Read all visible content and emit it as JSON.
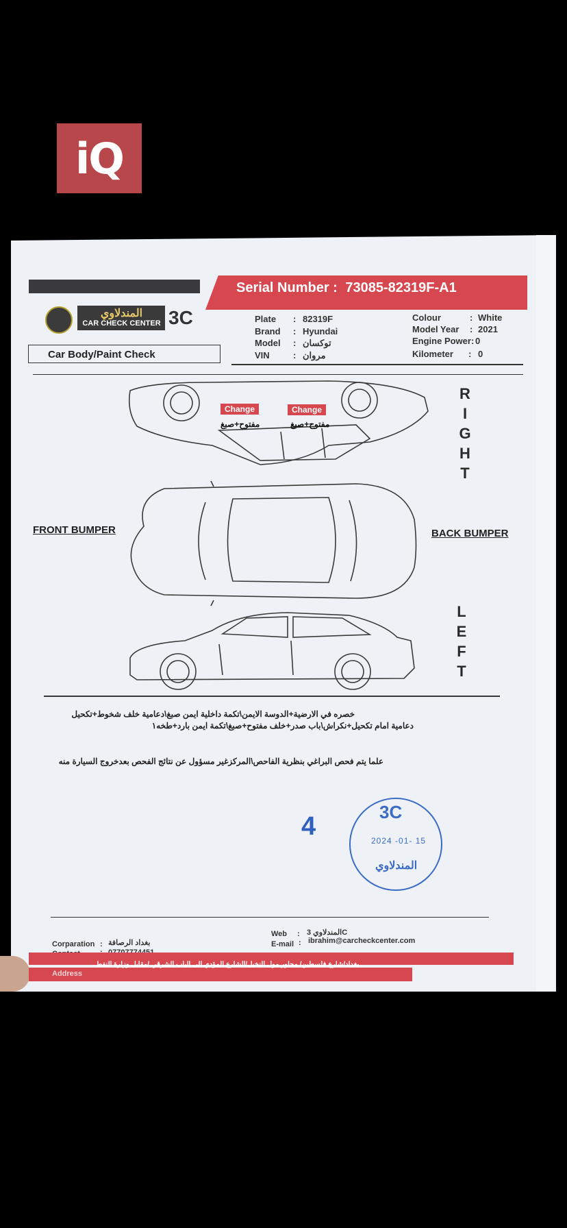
{
  "overlay_logo": "iQ",
  "header": {
    "serial_label": "Serial Number :",
    "serial_value": "73085-82319F-A1",
    "brand_ar": "المندلاوي",
    "brand_en": "CAR CHECK CENTER",
    "brand_short": "3C",
    "section_title": "Car Body/Paint Check"
  },
  "vehicle": {
    "plate_label": "Plate",
    "plate_value": "82319F",
    "brand_label": "Brand",
    "brand_value": "Hyundai",
    "model_label": "Model",
    "model_value": "توكسان",
    "vin_label": "VIN",
    "vin_value": "مروان",
    "colour_label": "Colour",
    "colour_value": "White",
    "year_label": "Model Year",
    "year_value": "2021",
    "engine_label": "Engine Power:",
    "engine_value": "0",
    "km_label": "Kilometer",
    "km_value": "0"
  },
  "diagram": {
    "right_label": "RIGHT",
    "left_label": "LEFT",
    "front_label": "FRONT BUMPER",
    "back_label": "BACK BUMPER",
    "marks": [
      {
        "tag": "Change",
        "note": "مفتوح+صبغ"
      },
      {
        "tag": "Change",
        "note": "مفتوح+صبغ"
      }
    ]
  },
  "remarks": {
    "line1": "خصره في الارضية+الدوسة الايمن\\تكمة داخلية ايمن صبغ\\دعامية خلف شخوط+تكحيل",
    "line2": "دعامية امام تكحيل+نكراش\\باب صدر+خلف مفتوح+صبغ\\تكمة ايمن بارد+طخه١",
    "disclaimer": "علما يتم فحص البراغي بنظرية الفاحص\\المركزغير مسؤول عن نتائج الفحص بعدخروج السيارة منه"
  },
  "stamp": {
    "title": "3C",
    "date": "2024 -01- 15",
    "name": "المندلاوي",
    "handwritten_number": "4"
  },
  "footer": {
    "corporation_label": "Corparation",
    "corporation_value": "بغداد الرصافة",
    "contact_label": "Contact",
    "contact_value": "07707774451",
    "web_label": "Web",
    "web_value": "المندلاوي 3C",
    "email_label": "E-mail",
    "email_value": "ibrahim@carcheckcenter.com",
    "address_label": "Address",
    "address_value": "بغداد/شارع فلسطين/ مجاور مول النخيل/الشارع المؤدي الى الباب الشرقي /مقابل وزارة النفط"
  }
}
